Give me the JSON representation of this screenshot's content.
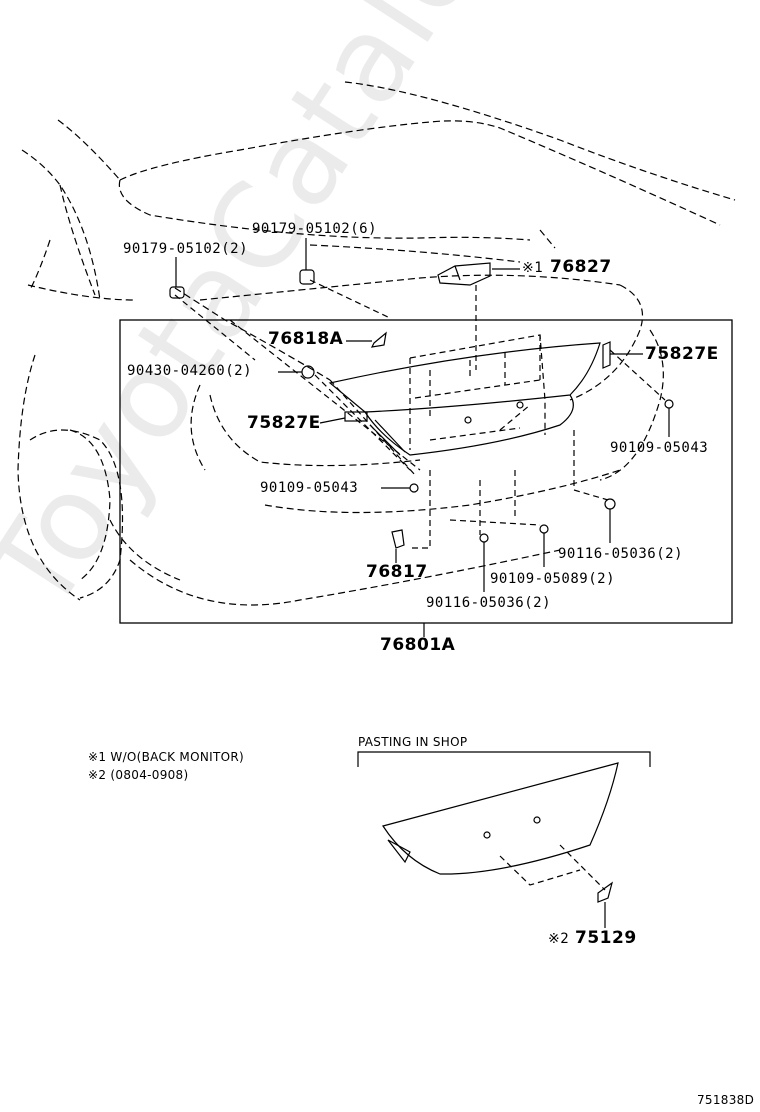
{
  "watermark": "ToyotaCatalog.ru",
  "parts": {
    "clip_2": "90179-05102(2)",
    "clip_6": "90179-05102(6)",
    "camera_prefix": "※1",
    "camera": "76827",
    "ornament_left": "76818A",
    "emblem_right": "75827E",
    "clip_90430": "90430-04260(2)",
    "emblem_left": "75827E",
    "screw_right": "90109-05043",
    "screw_left": "90109-05043",
    "clip_right_upper": "90116-05036(2)",
    "screw_05089": "90109-05089(2)",
    "lamp": "76817",
    "clip_bottom": "90116-05036(2)",
    "garnish": "76801A",
    "emblem_prefix": "※2",
    "emblem_shop": "75129"
  },
  "notes": {
    "note1": "※1 W/O(BACK MONITOR)",
    "note2": "※2 (0804-0908)",
    "pasting": "PASTING IN SHOP"
  },
  "figure_id": "751838D"
}
